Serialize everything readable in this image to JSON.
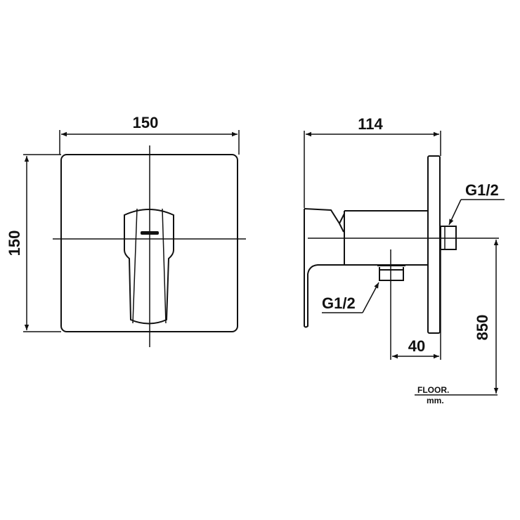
{
  "front_view": {
    "width_label": "150",
    "height_label": "150"
  },
  "side_view": {
    "depth_label": "114",
    "outlet_label": "G1/2",
    "inlet_label": "G1/2",
    "offset_label": "40",
    "height_from_floor_label": "850",
    "floor_label": "FLOOR.",
    "unit_label": "mm."
  },
  "colors": {
    "line": "#111111",
    "background": "#ffffff"
  }
}
